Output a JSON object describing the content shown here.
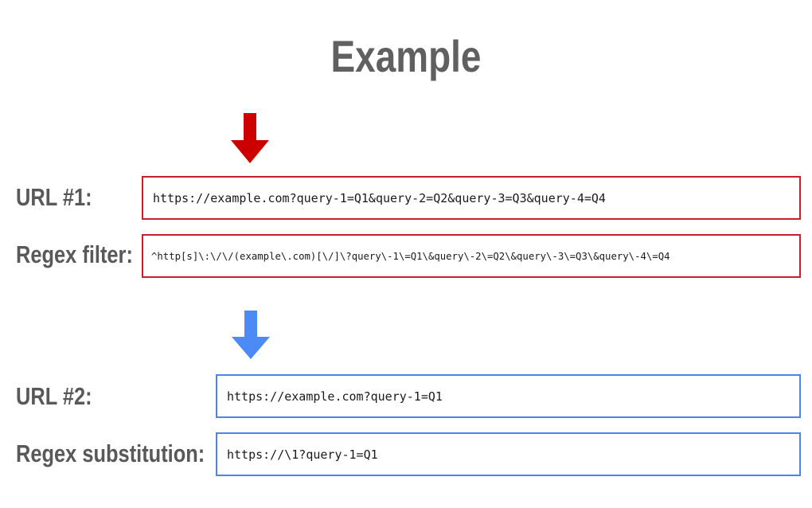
{
  "title": "Example",
  "colors": {
    "red_accent": "#c8202a",
    "red_arrow": "#cc0000",
    "blue_accent": "#4a86e8",
    "blue_arrow": "#4c8bf5",
    "label_gray": "#595959"
  },
  "icons": {
    "top_arrow": "arrow-down-icon",
    "bottom_arrow": "arrow-down-icon"
  },
  "step1": {
    "url_label": "URL  #1:",
    "url_value": "https://example.com?query-1=Q1&query-2=Q2&query-3=Q3&query-4=Q4",
    "regex_label": "Regex filter:",
    "regex_value": "^http[s]\\:\\/\\/(example\\.com)[\\/]\\?query\\-1\\=Q1\\&query\\-2\\=Q2\\&query\\-3\\=Q3\\&query\\-4\\=Q4"
  },
  "step2": {
    "url_label": "URL #2:",
    "url_value": "https://example.com?query-1=Q1",
    "regex_label": "Regex substitution:",
    "regex_value": "https://\\1?query-1=Q1"
  }
}
